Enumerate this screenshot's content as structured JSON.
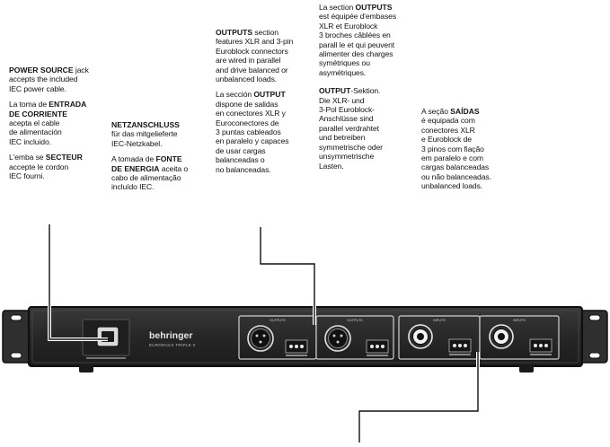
{
  "notes": {
    "power_source": {
      "en": [
        "",
        "POWER SOURCE",
        " jack",
        "accepts the included",
        "IEC power cable."
      ],
      "es": [
        "La toma de ",
        "ENTRADA",
        "DE CORRIENTE",
        "acepta el cable",
        "de alimentación",
        "IEC incluido."
      ],
      "fr": [
        "L'emba se ",
        "SECTEUR",
        "accepte le cordon",
        "IEC fourni."
      ]
    },
    "netzanschluss": {
      "de": [
        "NETZANSCHLUSS",
        "für das mitgelieferte",
        "IEC-Netzkabel."
      ],
      "pt": [
        "A tomada de ",
        "FONTE",
        "DE ENERGIA",
        " aceita o",
        "cabo de alimentação",
        "incluído IEC."
      ]
    },
    "outputs_a": {
      "en": [
        "OUTPUTS",
        " section",
        "features XLR and 3-pin",
        "Euroblock connectors",
        "are wired in parallel",
        "and drive balanced or",
        "unbalanced loads."
      ],
      "es": [
        "La sección ",
        "OUTPUT",
        "dispone de salidas",
        "en conectores XLR y",
        "Euroconectores de",
        "3 puntas cableados",
        "en paralelo y capaces",
        "de usar cargas",
        "balanceadas o",
        "no balanceadas."
      ]
    },
    "outputs_b": {
      "fr": [
        "La section ",
        "OUTPUTS",
        "est équipée d'embases",
        "XLR et Euroblock",
        "3 broches câblées en",
        "parall le et qui peuvent",
        "alimenter des charges",
        "symétriques ou",
        "asymétriques."
      ],
      "de": [
        "OUTPUT",
        "-Sektion.",
        "Die XLR- und",
        "3-Pol Euroblock-",
        "Anschlüsse sind",
        "parallel verdrahtet",
        "und betreiben",
        "symmetrische oder",
        "unsymmetrische",
        "Lasten."
      ]
    },
    "saidas": {
      "pt": [
        "A seção ",
        "SAÍDAS",
        "é equipada com",
        "conectores XLR",
        "e Euroblock de",
        "3 pinos com fiação",
        "em paralelo e com",
        "cargas balanceadas",
        "ou não balanceadas.",
        "unbalanced loads."
      ]
    }
  },
  "device": {
    "brand": "behringer",
    "model": "EURORACK TRIPLE X",
    "module_label_a": "OUTPUTS",
    "module_label_b": "OUTPUTS",
    "module_label_c": "INPUTS",
    "module_label_d": "INPUTS"
  },
  "colors": {
    "chassis": "#2a2a2a",
    "chassis_edge": "#111111",
    "connector_ring": "#d8d8d8",
    "accent_white": "#f2f2f2"
  }
}
